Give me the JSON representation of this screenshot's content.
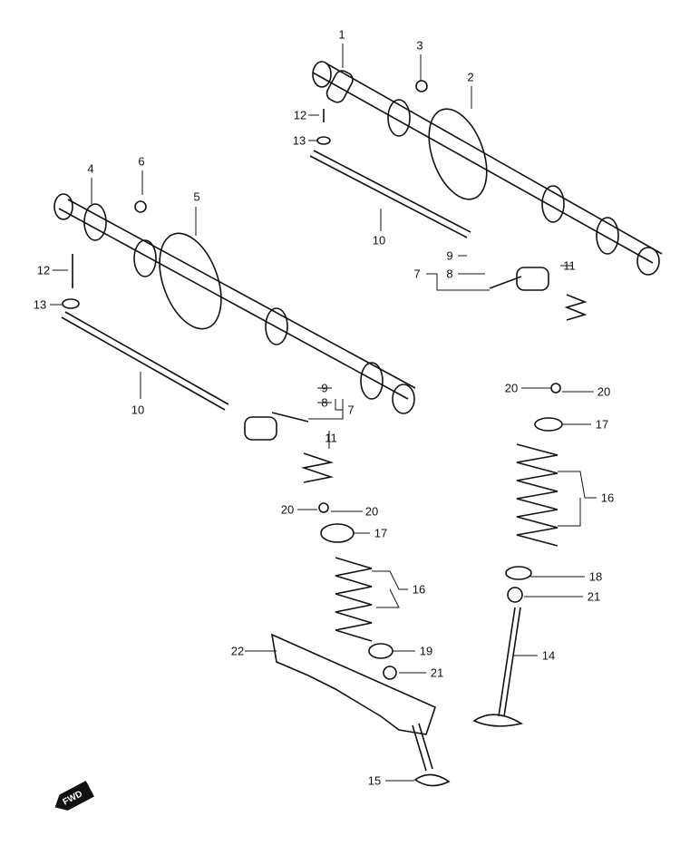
{
  "diagram": {
    "callouts": [
      "1",
      "3",
      "2",
      "12",
      "13",
      "4",
      "6",
      "5",
      "10",
      "9",
      "7",
      "8",
      "11",
      "12",
      "13",
      "10",
      "9",
      "8",
      "7",
      "11",
      "20",
      "20",
      "17",
      "16",
      "20",
      "20",
      "17",
      "16",
      "18",
      "21",
      "22",
      "19",
      "21",
      "14",
      "15"
    ],
    "fwd_label": "FWD"
  }
}
